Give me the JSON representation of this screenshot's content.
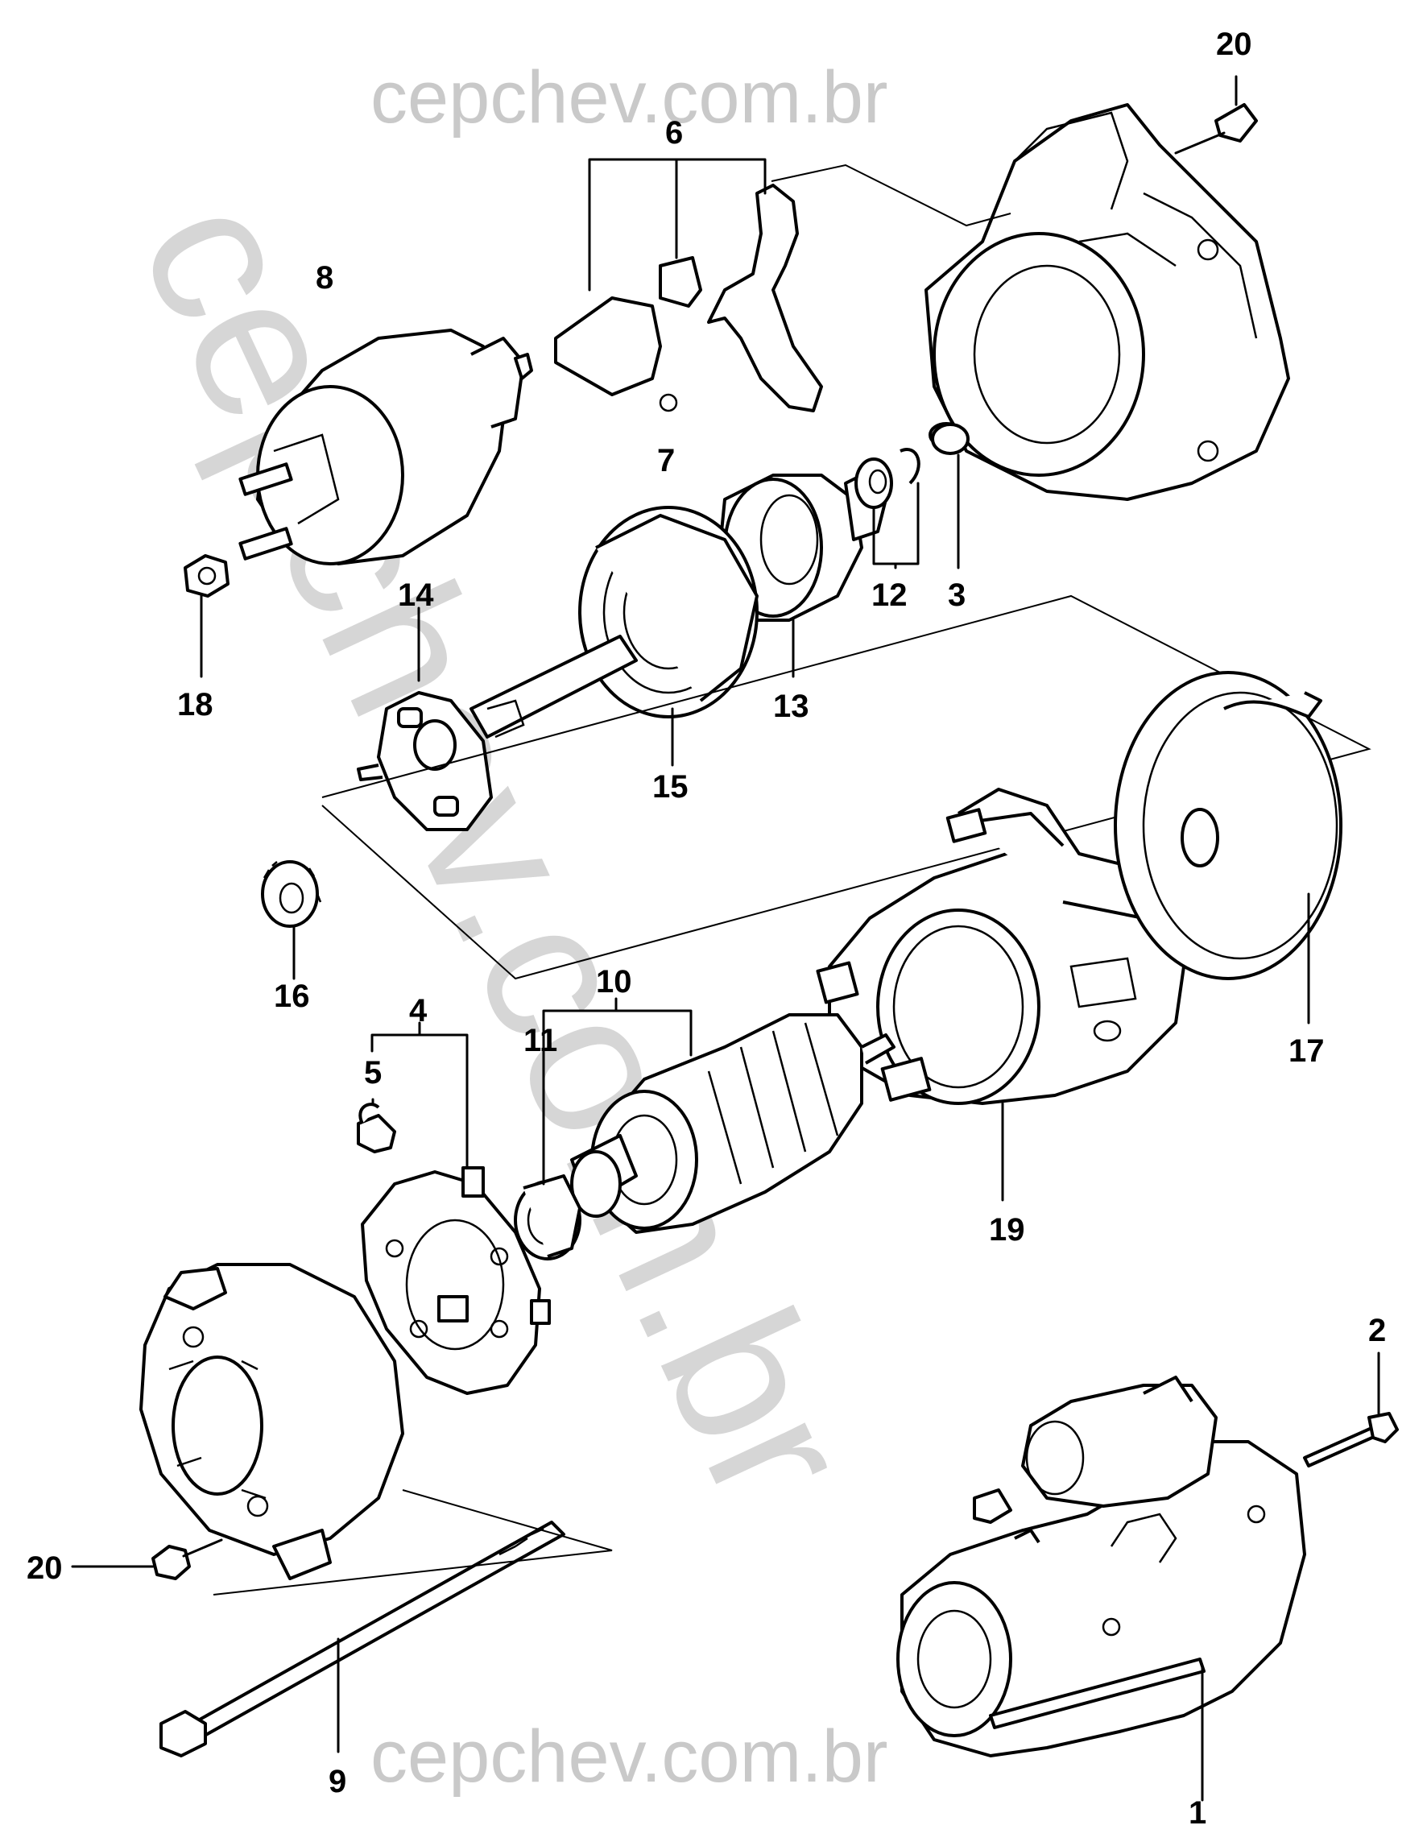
{
  "watermark": {
    "top": "cepchev.com.br",
    "bottom": "cepchev.com.br",
    "diagonal": "cepchev.com.br"
  },
  "callouts": {
    "c1": "1",
    "c2": "2",
    "c3": "3",
    "c4": "4",
    "c5": "5",
    "c6": "6",
    "c7": "7",
    "c8": "8",
    "c9": "9",
    "c10": "10",
    "c11": "11",
    "c12": "12",
    "c13": "13",
    "c14": "14",
    "c15": "15",
    "c16": "16",
    "c17": "17",
    "c18": "18",
    "c19": "19",
    "c20a": "20",
    "c20b": "20"
  }
}
